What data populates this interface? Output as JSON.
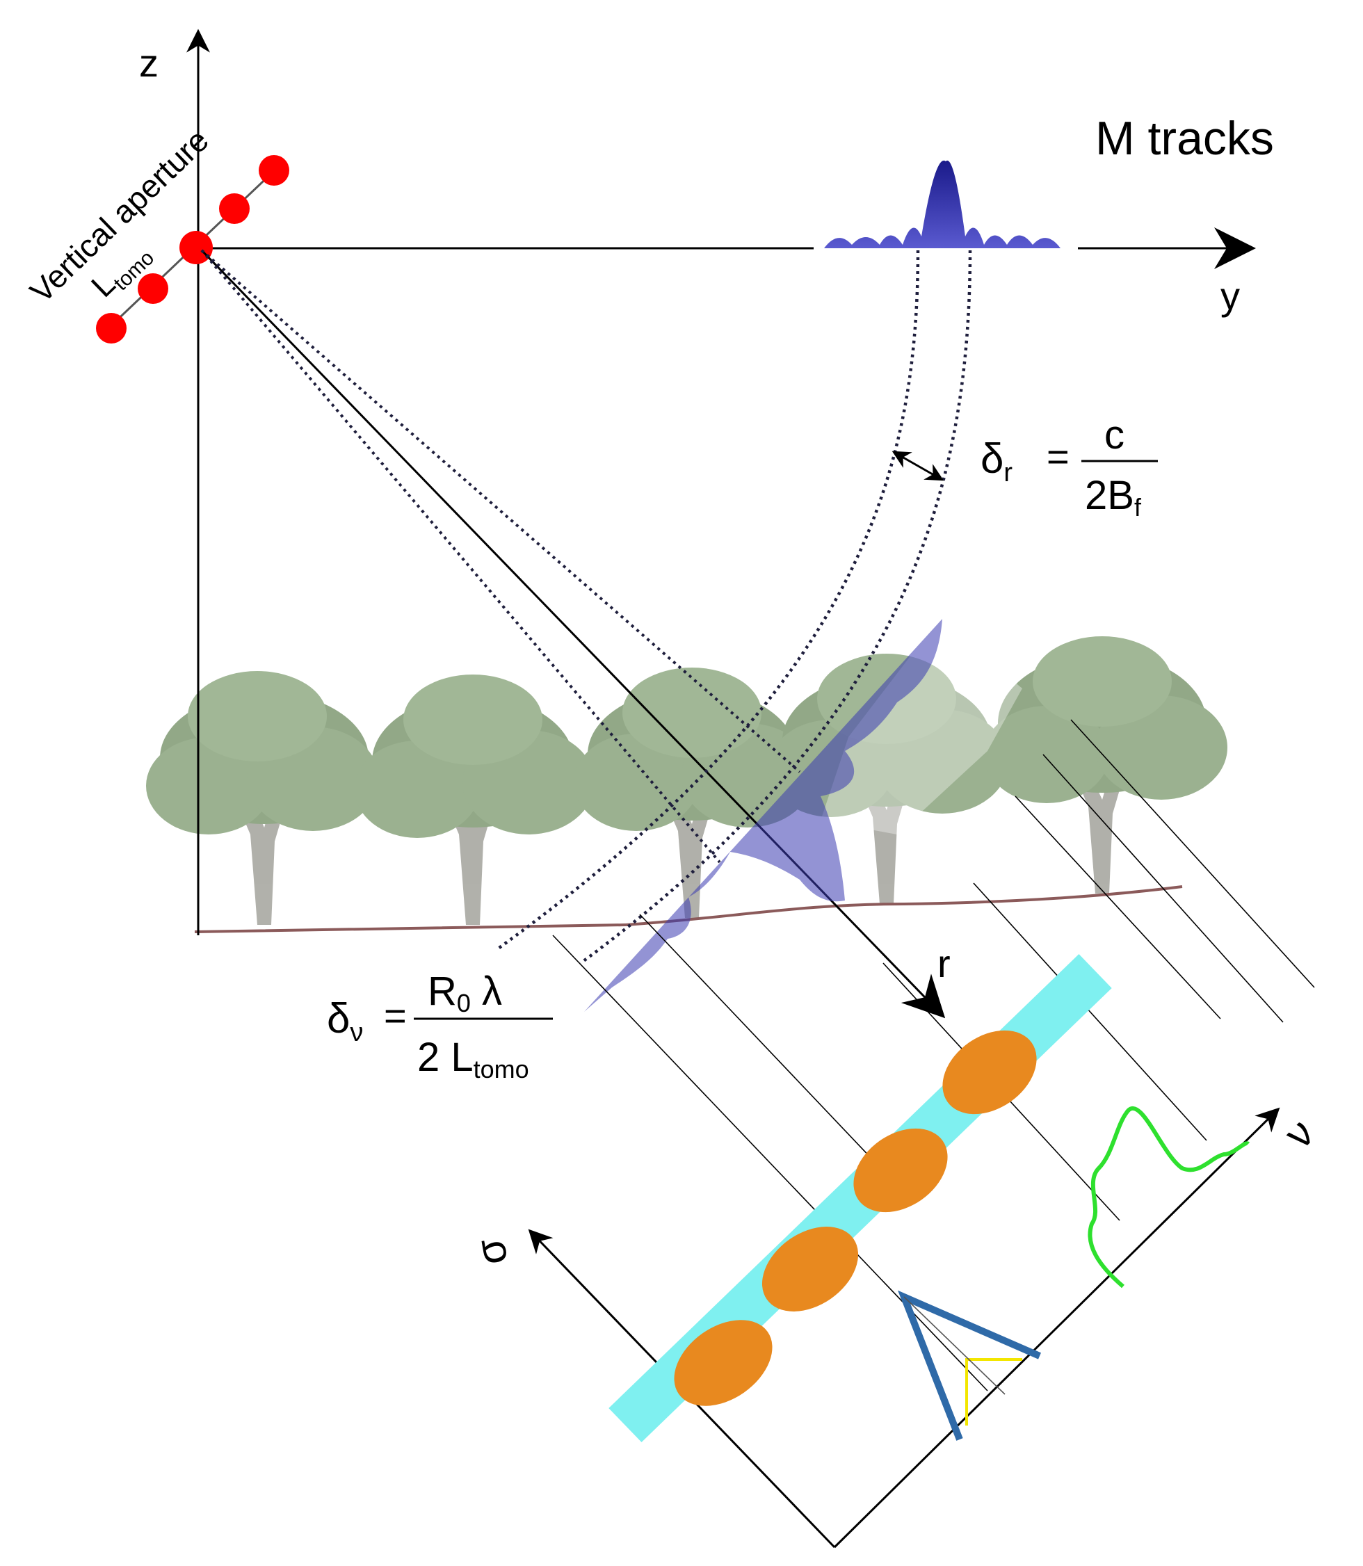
{
  "title": "M tracks",
  "axes": {
    "z": "z",
    "y": "y",
    "r": "r",
    "sigma": "σ",
    "nu": "ν"
  },
  "aperture": {
    "label": "Vertical aperture",
    "l_main": "L",
    "l_sub": "tomo"
  },
  "range_resolution": {
    "delta": "δ",
    "sub": "r",
    "eq": "=",
    "num": "c",
    "den_main": "2B",
    "den_sub": "f"
  },
  "vertical_resolution": {
    "delta": "δ",
    "sub": "ν",
    "eq": "=",
    "num_main": "R",
    "num_sub": "0",
    "num_tail": " λ",
    "den_main": "2 L",
    "den_sub": "tomo"
  },
  "colors": {
    "sensor": "#ff0000",
    "psf": "#2a2aa0",
    "profile": "#3a3ab0",
    "canopy": "#7f9a73",
    "trunk": "#a3a39c",
    "ground": "#8b5a5a",
    "band": "#7ff0f0",
    "scatterer": "#e8891f",
    "green_curve": "#2ee02e",
    "blue_marker": "#2f6aa8",
    "yellow_marker": "#f3e600"
  },
  "icons": {
    "sensors": "red-dot-icon",
    "trees": "tree-icon"
  }
}
